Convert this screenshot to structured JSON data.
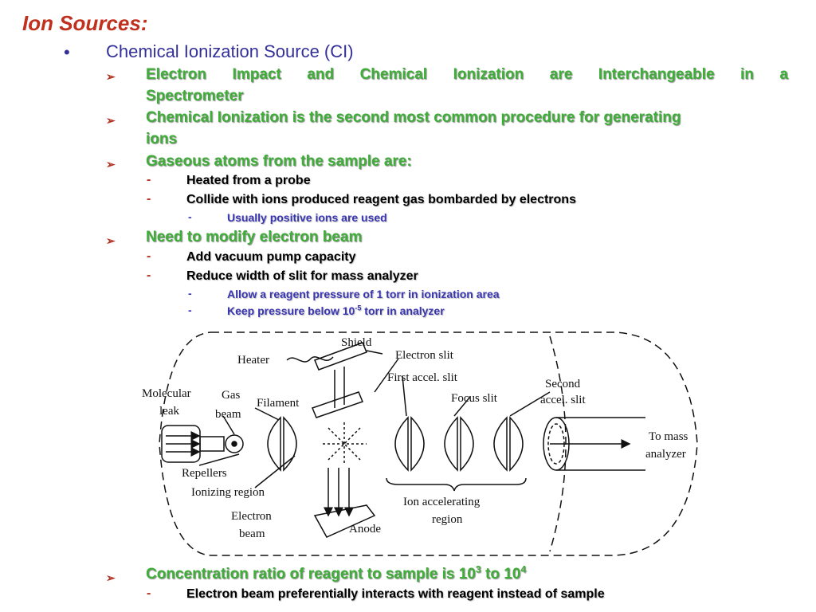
{
  "title": "Ion Sources:",
  "level1": {
    "bullet": "•",
    "text": "Chemical Ionization Source (CI)"
  },
  "points": {
    "p1a": "Electron Impact and Chemical Ionization are Interchangeable in a",
    "p1b": "Spectrometer",
    "p2a": "Chemical Ionization is the second most common procedure for generating",
    "p2b": "ions",
    "p3": "Gaseous atoms from the sample are:",
    "p3_sub1": "Heated from a probe",
    "p3_sub2": "Collide with ions produced reagent gas bombarded by electrons",
    "p3_sub2_sub1": "Usually positive ions are used",
    "p4": "Need to modify electron beam",
    "p4_sub1": "Add vacuum pump capacity",
    "p4_sub2": "Reduce width of slit for mass analyzer",
    "p4_sub2_sub1": "Allow a reagent pressure of 1 torr in ionization area",
    "p4_sub2_sub2_pre": "Keep pressure below 10",
    "p4_sub2_sub2_sup": "-5",
    "p4_sub2_sub2_post": " torr in analyzer",
    "p5_pre": "Concentration ratio of reagent to sample is 10",
    "p5_sup1": "3",
    "p5_mid": " to 10",
    "p5_sup2": "4",
    "p5_sub1": "Electron beam preferentially interacts with reagent instead of sample"
  },
  "markers": {
    "arrow": "➢",
    "dash": "-"
  },
  "diagram_labels": {
    "shield": "Shield",
    "heater": "Heater",
    "electron_slit": "Electron slit",
    "first_accel_slit": "First accel. slit",
    "second_accel_1": "Second",
    "second_accel_2": "accel. slit",
    "focus_slit": "Focus slit",
    "molecular_1": "Molecular",
    "molecular_2": "leak",
    "gas_1": "Gas",
    "gas_2": "beam",
    "filament": "Filament",
    "to_mass_1": "To mass",
    "to_mass_2": "analyzer",
    "repellers": "Repellers",
    "ionizing_region": "Ionizing region",
    "electron_beam_1": "Electron",
    "electron_beam_2": "beam",
    "anode": "Anode",
    "ion_accel_1": "Ion accelerating",
    "ion_accel_2": "region"
  }
}
